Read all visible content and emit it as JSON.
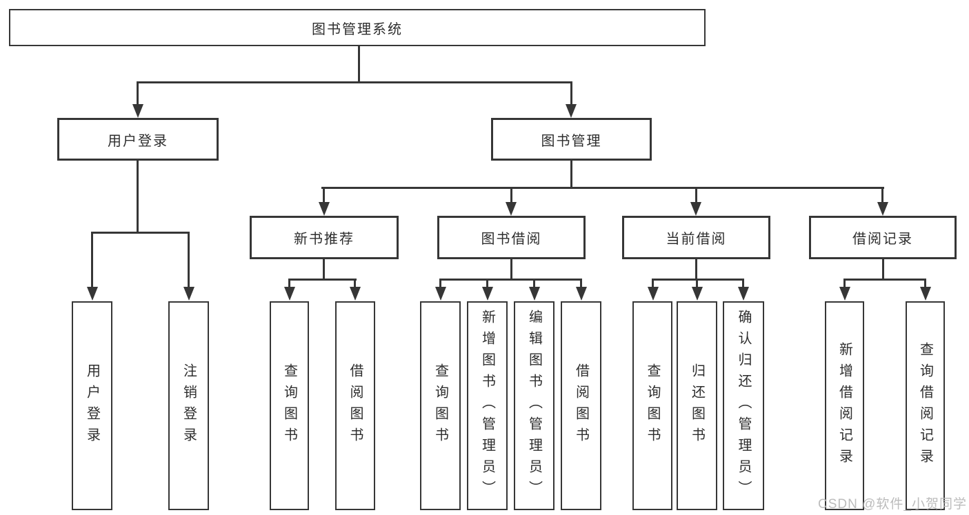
{
  "diagram": {
    "root": {
      "label": "图书管理系统"
    },
    "level2": [
      {
        "label": "用户登录"
      },
      {
        "label": "图书管理"
      }
    ],
    "level3": [
      {
        "label": "新书推荐"
      },
      {
        "label": "图书借阅"
      },
      {
        "label": "当前借阅"
      },
      {
        "label": "借阅记录"
      }
    ],
    "leaves": {
      "user_login": [
        "用户登录",
        "注销登录"
      ],
      "new_book_recommend": [
        "查询图书",
        "借阅图书"
      ],
      "book_borrow": [
        "查询图书",
        "新增图书（管理员）",
        "编辑图书（管理员）",
        "借阅图书"
      ],
      "current_borrow": [
        "查询图书",
        "归还图书",
        "确认归还（管理员）"
      ],
      "borrow_record": [
        "新增借阅记录",
        "查询借阅记录"
      ]
    }
  },
  "watermark": {
    "text": "CSDN @软件_小贺同学"
  },
  "colors": {
    "line": "#363636",
    "text": "#2d2d2d",
    "watermark": "#b8b8b8",
    "background": "#ffffff"
  }
}
